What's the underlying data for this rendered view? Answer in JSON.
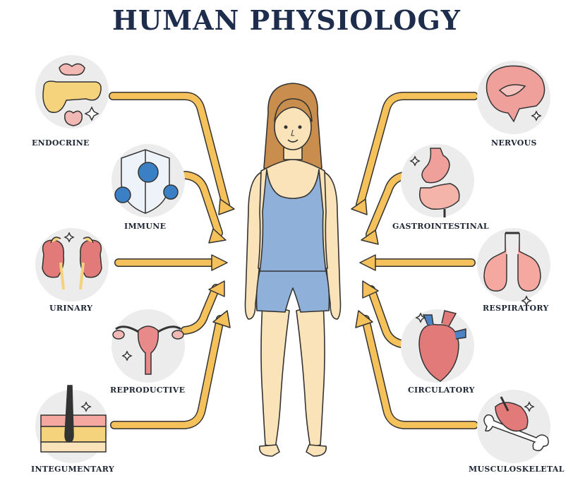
{
  "title": "HUMAN PHYSIOLOGY",
  "systems": {
    "endocrine": "ENDOCRINE",
    "immune": "IMMUNE",
    "urinary": "URINARY",
    "reproductive": "REPRODUCTIVE",
    "integumentary": "INTEGUMENTARY",
    "nervous": "NERVOUS",
    "gastrointestinal": "GASTROINTESTINAL",
    "respiratory": "RESPIRATORY",
    "circulatory": "CIRCULATORY",
    "musculoskeletal": "MUSCULOSKELETAL"
  },
  "colors": {
    "arrow": "#f4c15a",
    "arrow_outline": "#333333",
    "skin": "#fbe3b9",
    "clothing": "#8fb1d9",
    "hair": "#c98d4e",
    "circle_bg": "#ececec",
    "title": "#1f2d4d"
  }
}
